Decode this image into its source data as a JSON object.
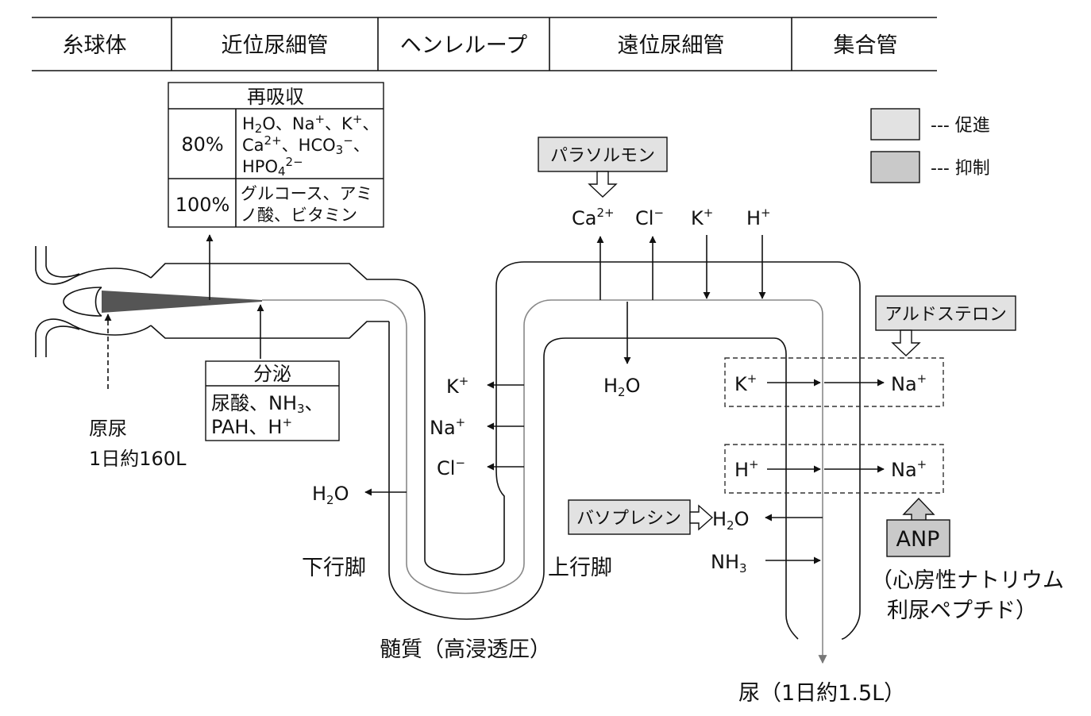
{
  "header": {
    "segments": [
      "糸球体",
      "近位尿細管",
      "ヘンレループ",
      "遠位尿細管",
      "集合管"
    ]
  },
  "legend": {
    "promote": "--- 促進",
    "inhibit": "--- 抑制"
  },
  "reabsorption": {
    "title": "再吸収",
    "row1_pct": "80%",
    "row1_l1_a": "H",
    "row1_l1_b": "2",
    "row1_l1_c": "O、Na",
    "row1_l1_d": "+",
    "row1_l1_e": "、K",
    "row1_l1_f": "+",
    "row1_l1_g": "、",
    "row1_l2_a": "Ca",
    "row1_l2_b": "2+",
    "row1_l2_c": "、HCO",
    "row1_l2_d": "3",
    "row1_l2_e": "−",
    "row1_l2_f": "、",
    "row1_l3_a": "HPO",
    "row1_l3_b": "4",
    "row1_l3_c": "2−",
    "row2_pct": "100%",
    "row2_l1": "グルコース、アミ",
    "row2_l2": "ノ酸、ビタミン"
  },
  "secretion": {
    "title": "分泌",
    "l1_a": "尿酸、NH",
    "l1_b": "3",
    "l1_c": "、",
    "l2_a": "PAH、H",
    "l2_b": "+"
  },
  "primary_urine": {
    "l1": "原尿",
    "l2": "1日約160L"
  },
  "parathormone": "パラソルモン",
  "top_ions": {
    "ca": "Ca",
    "ca_sup": "2+",
    "cl": "Cl",
    "cl_sup": "−",
    "k": "K",
    "k_sup": "+",
    "h": "H",
    "h_sup": "+"
  },
  "loop_ions": {
    "k": "K",
    "k_sup": "+",
    "na": "Na",
    "na_sup": "+",
    "cl": "Cl",
    "cl_sup": "−"
  },
  "water_left": {
    "a": "H",
    "b": "2",
    "c": "O"
  },
  "water_distal": {
    "a": "H",
    "b": "2",
    "c": "O"
  },
  "aldosterone": "アルドステロン",
  "exchange1": {
    "k": "K",
    "k_sup": "+",
    "na": "Na",
    "na_sup": "+"
  },
  "exchange2": {
    "h": "H",
    "h_sup": "+",
    "na": "Na",
    "na_sup": "+"
  },
  "vasopressin": "バソプレシン",
  "water_collect": {
    "a": "H",
    "b": "2",
    "c": "O"
  },
  "nh3": {
    "a": "NH",
    "b": "3"
  },
  "anp": "ANP",
  "anp_full": {
    "l1": "（心房性ナトリウム",
    "l2": "利尿ペプチド）"
  },
  "descending": "下行脚",
  "ascending": "上行脚",
  "medulla": "髄質（高浸透圧）",
  "urine": "尿（1日約1.5L）"
}
